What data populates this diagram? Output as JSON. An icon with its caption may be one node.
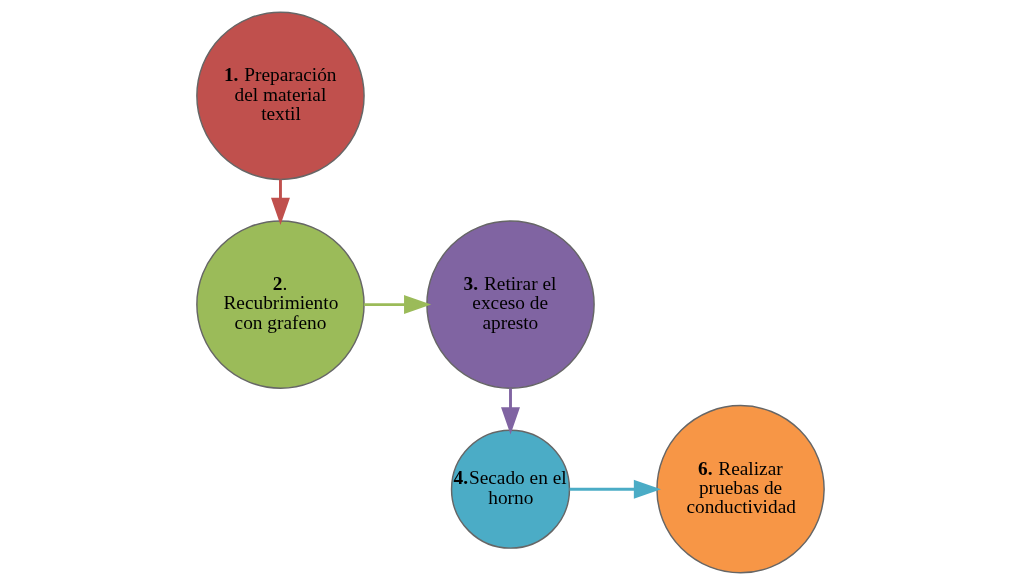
{
  "diagram": {
    "nodes": [
      {
        "text": [
          "**1.** Preparación del material textil"
        ]
      },
      {
        "text": [
          "**2**. Recubrimiento con grafeno"
        ]
      },
      {
        "text": [
          "**3.** Retirar el exceso de apresto"
        ]
      },
      {
        "text": [
          "**4.**Secado en el horno"
        ]
      },
      {
        "text": [
          "**6.** Realizar pruebas de conductividad"
        ]
      }
    ],
    "edges": [
      {
        "from": 0,
        "to": 1,
        "arrow": "to",
        "color": "#c0504d"
      },
      {
        "from": 1,
        "to": 2,
        "arrow": "to",
        "color": "#9bbb59"
      },
      {
        "from": 2,
        "to": 3,
        "arrow": "to",
        "color": "#8064a2"
      },
      {
        "from": 3,
        "to": 4,
        "arrow": "to",
        "color": "#4bacc6"
      }
    ]
  }
}
